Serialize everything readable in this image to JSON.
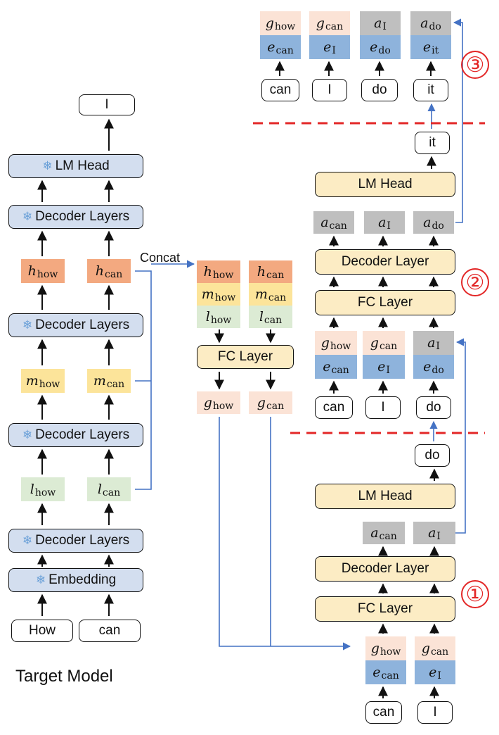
{
  "left": {
    "output_token": "I",
    "lm_head": "LM Head",
    "decoder_layers": "Decoder Layers",
    "embedding": "Embedding",
    "inputs": [
      "How",
      "can"
    ],
    "features": {
      "h": [
        {
          "base": "h",
          "sub": "how"
        },
        {
          "base": "h",
          "sub": "can"
        }
      ],
      "m": [
        {
          "base": "m",
          "sub": "how"
        },
        {
          "base": "m",
          "sub": "can"
        }
      ],
      "l": [
        {
          "base": "l",
          "sub": "how"
        },
        {
          "base": "l",
          "sub": "can"
        }
      ]
    },
    "caption": "Target Model"
  },
  "middle": {
    "concat_label": "Concat",
    "fc_layer": "FC Layer",
    "stack": [
      [
        {
          "base": "h",
          "sub": "how"
        },
        {
          "base": "m",
          "sub": "how"
        },
        {
          "base": "l",
          "sub": "how"
        }
      ],
      [
        {
          "base": "h",
          "sub": "can"
        },
        {
          "base": "m",
          "sub": "can"
        },
        {
          "base": "l",
          "sub": "can"
        }
      ]
    ],
    "outputs": [
      {
        "base": "g",
        "sub": "how"
      },
      {
        "base": "g",
        "sub": "can"
      }
    ]
  },
  "step1": {
    "number": "①",
    "inputs": [
      "can",
      "I"
    ],
    "g": [
      {
        "base": "g",
        "sub": "how"
      },
      {
        "base": "g",
        "sub": "can"
      }
    ],
    "e": [
      {
        "base": "e",
        "sub": "can"
      },
      {
        "base": "e",
        "sub": "I"
      }
    ],
    "fc_layer": "FC Layer",
    "decoder_layer": "Decoder Layer",
    "a": [
      {
        "base": "a",
        "sub": "can"
      },
      {
        "base": "a",
        "sub": "I"
      }
    ],
    "lm_head": "LM Head",
    "output_token": "do"
  },
  "step2": {
    "number": "②",
    "inputs": [
      "can",
      "I",
      "do"
    ],
    "top": [
      {
        "base": "g",
        "sub": "how"
      },
      {
        "base": "g",
        "sub": "can"
      },
      {
        "base": "a",
        "sub": "I"
      }
    ],
    "e": [
      {
        "base": "e",
        "sub": "can"
      },
      {
        "base": "e",
        "sub": "I"
      },
      {
        "base": "e",
        "sub": "do"
      }
    ],
    "fc_layer": "FC Layer",
    "decoder_layer": "Decoder Layer",
    "a": [
      {
        "base": "a",
        "sub": "can"
      },
      {
        "base": "a",
        "sub": "I"
      },
      {
        "base": "a",
        "sub": "do"
      }
    ],
    "lm_head": "LM Head",
    "output_token": "it"
  },
  "step3": {
    "number": "③",
    "inputs": [
      "can",
      "I",
      "do",
      "it"
    ],
    "top": [
      {
        "base": "g",
        "sub": "how"
      },
      {
        "base": "g",
        "sub": "can"
      },
      {
        "base": "a",
        "sub": "I"
      },
      {
        "base": "a",
        "sub": "do"
      }
    ],
    "e": [
      {
        "base": "e",
        "sub": "can"
      },
      {
        "base": "e",
        "sub": "I"
      },
      {
        "base": "e",
        "sub": "do"
      },
      {
        "base": "e",
        "sub": "it"
      }
    ]
  },
  "colors": {
    "arrow": "#111111",
    "connector": "#4472c4",
    "dashed": "#e32727",
    "h": "#f3a980",
    "m": "#fce49a",
    "l": "#dcebd4",
    "g": "#fbe3d6",
    "e": "#8eb3dc",
    "a": "#bfbfbf",
    "frozen_box": "#d3deef",
    "trainable_box": "#fcecc4"
  },
  "icons": {
    "frozen": "snowflake-icon"
  }
}
